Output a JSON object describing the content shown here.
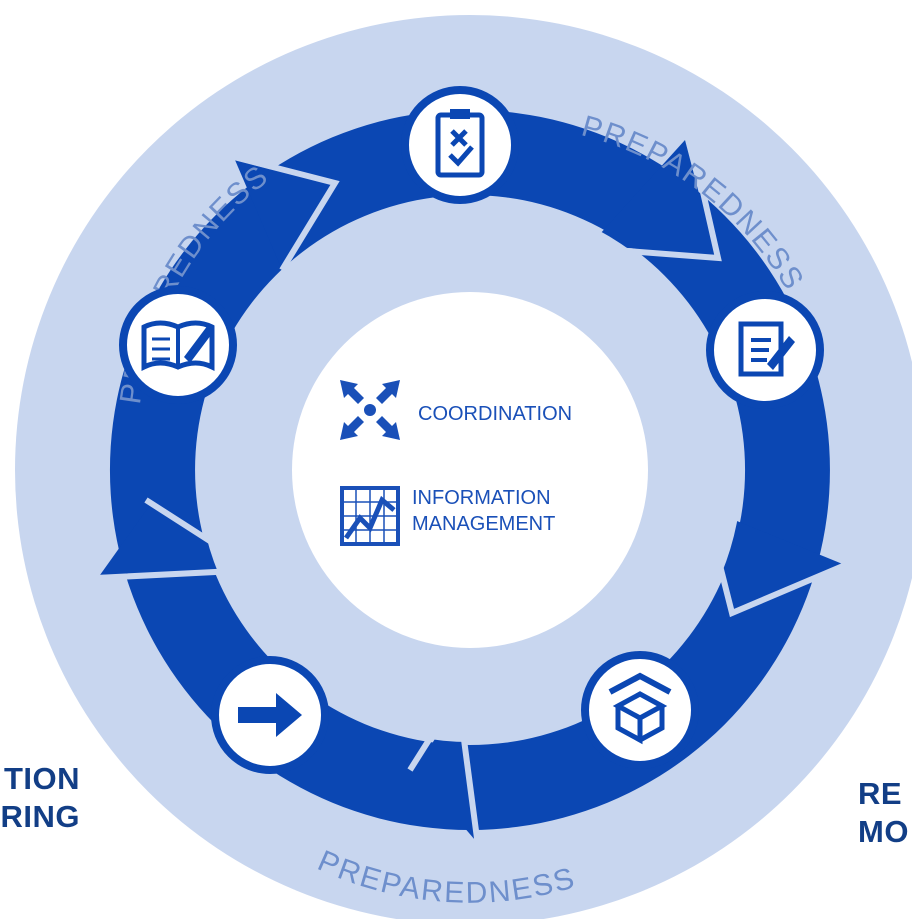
{
  "diagram": {
    "arc_labels": {
      "top_left": "PREPAREDNESS",
      "top_right": "PREPAREDNESS",
      "bottom": "PREPAREDNESS"
    },
    "center": {
      "coordination_label": "COORDINATION",
      "information_label_line1": "INFORMATION",
      "information_label_line2": "MANAGEMENT"
    },
    "left_outside_label": [
      "TION",
      "RING"
    ],
    "right_outside_label": [
      "RE",
      "MO"
    ],
    "stage_icons": [
      "clipboard-checklist-icon",
      "document-signing-icon",
      "relief-box-icon",
      "arrow-right-icon",
      "open-book-pen-icon"
    ],
    "colors": {
      "ring_dark": "#0b47b3",
      "outer_light": "#c8d6ef",
      "inner_light": "#c8d6ef",
      "center_white": "#ffffff",
      "label_text": "#6e8fcc",
      "center_text": "#1a50b8"
    }
  }
}
